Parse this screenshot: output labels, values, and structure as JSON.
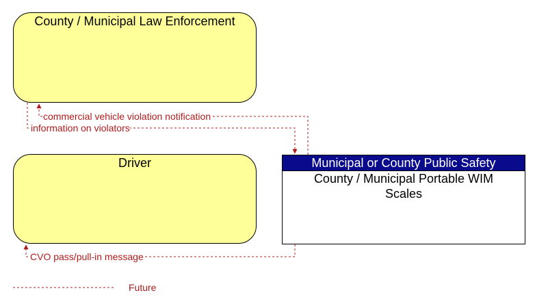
{
  "nodes": {
    "law_enforcement": "County / Municipal Law Enforcement",
    "driver": "Driver",
    "wim_header": "Municipal or County Public Safety",
    "wim_body_line1": "County / Municipal Portable WIM",
    "wim_body_line2": "Scales"
  },
  "flows": {
    "violation_notification": "commercial vehicle violation notification",
    "info_violators": "information on violators",
    "cvo_pass": "CVO pass/pull-in message"
  },
  "legend": {
    "future": "Future"
  },
  "colors": {
    "flow": "#b01c1c",
    "node_fill": "#ffff99",
    "header_fill": "#0a0a8c"
  }
}
